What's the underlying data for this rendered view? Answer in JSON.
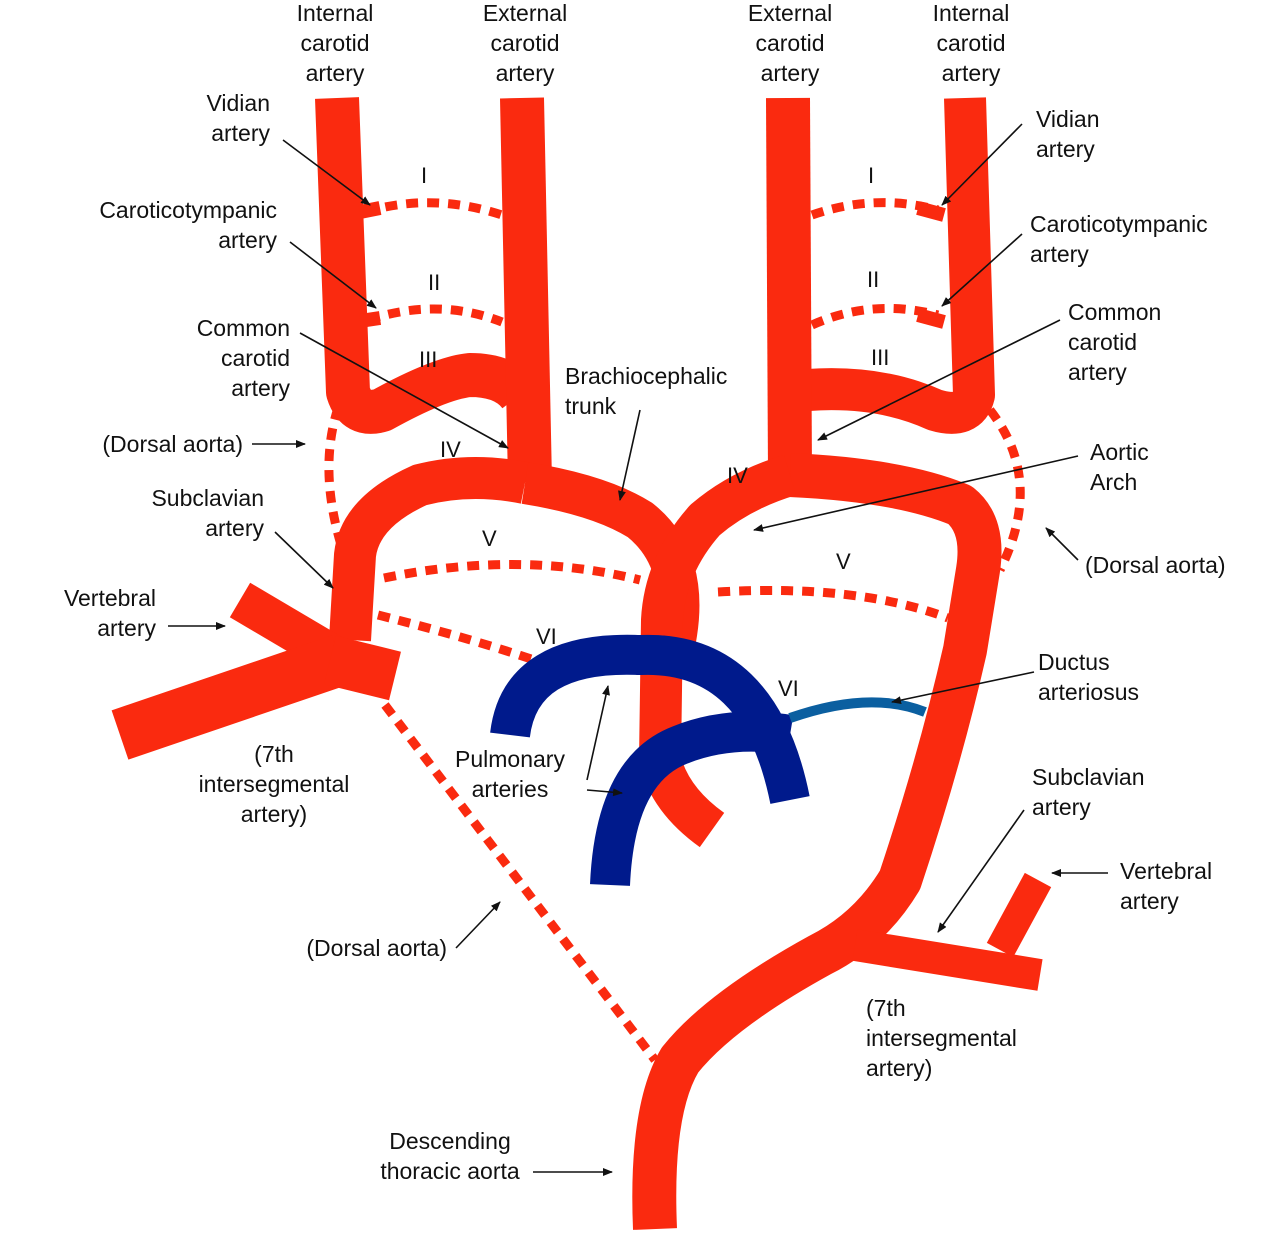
{
  "colors": {
    "artery": "#fa2a0f",
    "pulmonary": "#001a8c",
    "ductus": "#0b5fa0",
    "text": "#111111"
  },
  "labels": {
    "left_internal_carotid": "Internal\ncarotid\nartery",
    "left_external_carotid": "External\ncarotid\nartery",
    "right_external_carotid": "External\ncarotid\nartery",
    "right_internal_carotid": "Internal\ncarotid\nartery",
    "left_vidian": "Vidian\nartery",
    "right_vidian": "Vidian\nartery",
    "left_caroticotympanic": "Caroticotympanic\nartery",
    "right_caroticotympanic": "Caroticotympanic\nartery",
    "left_common_carotid": "Common\ncarotid\nartery",
    "right_common_carotid": "Common\ncarotid\nartery",
    "brachiocephalic_trunk": "Brachiocephalic\ntrunk",
    "aortic_arch": "Aortic\nArch",
    "left_dorsal_aorta": "(Dorsal aorta)",
    "right_dorsal_aorta": "(Dorsal aorta)",
    "lower_dorsal_aorta": "(Dorsal aorta)",
    "left_subclavian": "Subclavian\nartery",
    "right_subclavian": "Subclavian\nartery",
    "left_vertebral": "Vertebral\nartery",
    "right_vertebral": "Vertebral\nartery",
    "left_7th_intersegmental": "(7th\nintersegmental\nartery)",
    "right_7th_intersegmental": "(7th\nintersegmental\nartery)",
    "pulmonary_arteries": "Pulmonary\narteries",
    "ductus_arteriosus": "Ductus\narteriosus",
    "descending_thoracic_aorta": "Descending\nthoracic aorta"
  },
  "arches": {
    "left_I": "I",
    "left_II": "II",
    "left_III": "III",
    "left_IV": "IV",
    "left_V": "V",
    "left_VI": "VI",
    "right_I": "I",
    "right_II": "II",
    "right_III": "III",
    "right_IV": "IV",
    "right_V": "V",
    "right_VI": "VI"
  }
}
